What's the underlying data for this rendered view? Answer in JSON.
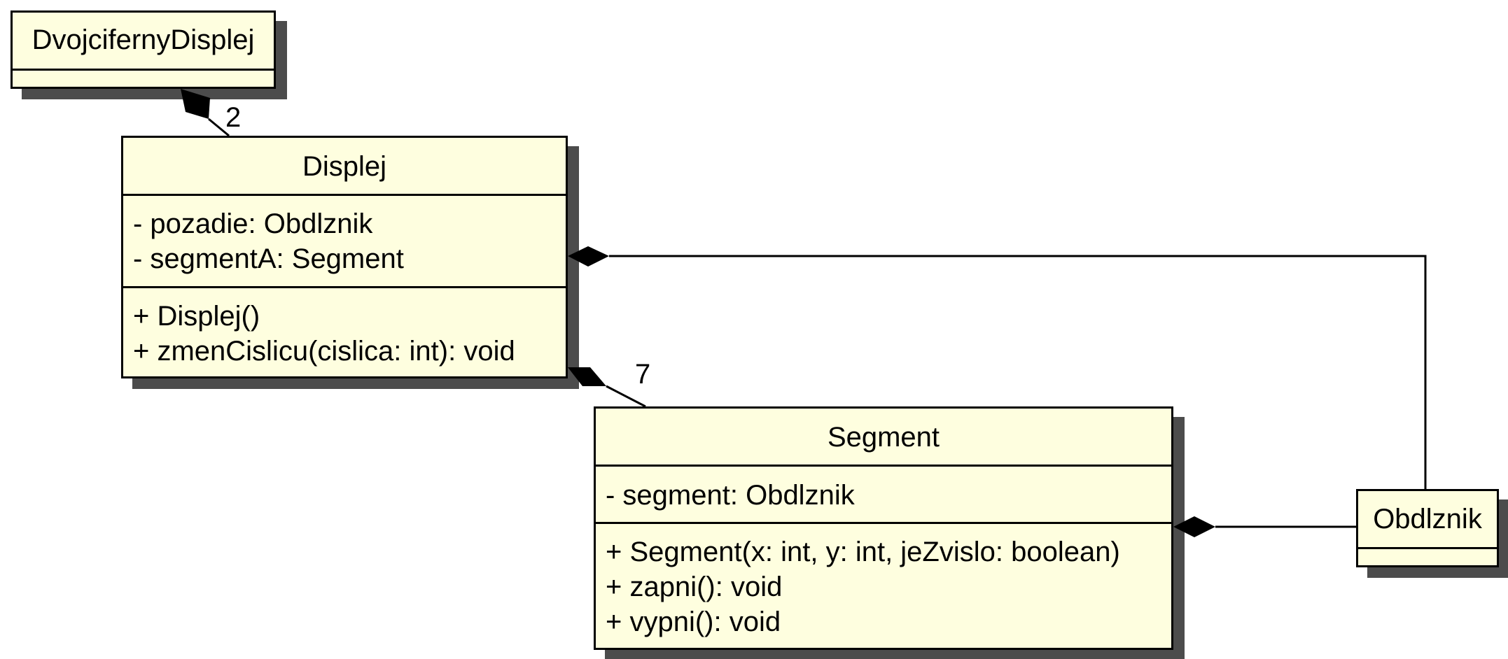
{
  "diagram": {
    "colors": {
      "class_fill": "#fefedf",
      "border": "#000000",
      "shadow": "#4c4c4c",
      "background": "#ffffff"
    },
    "classes": {
      "dvojciferny_displej": {
        "name": "DvojcifernyDisplej"
      },
      "displej": {
        "name": "Displej",
        "attributes": [
          "- pozadie: Obdlznik",
          "- segmentA: Segment"
        ],
        "operations": [
          "+ Displej()",
          "+ zmenCislicu(cislica: int): void"
        ]
      },
      "segment": {
        "name": "Segment",
        "attributes": [
          "- segment: Obdlznik"
        ],
        "operations": [
          "+ Segment(x: int, y: int, jeZvislo: boolean)",
          "+ zapni(): void",
          "+ vypni(): void"
        ]
      },
      "obdlznik": {
        "name": "Obdlznik"
      }
    },
    "relations": [
      {
        "type": "composition",
        "whole": "DvojcifernyDisplej",
        "part": "Displej",
        "multiplicity": "2"
      },
      {
        "type": "composition",
        "whole": "Displej",
        "part": "Segment",
        "multiplicity": "7"
      },
      {
        "type": "composition",
        "whole": "Displej",
        "part": "Obdlznik",
        "multiplicity": ""
      },
      {
        "type": "composition",
        "whole": "Segment",
        "part": "Obdlznik",
        "multiplicity": ""
      }
    ]
  }
}
